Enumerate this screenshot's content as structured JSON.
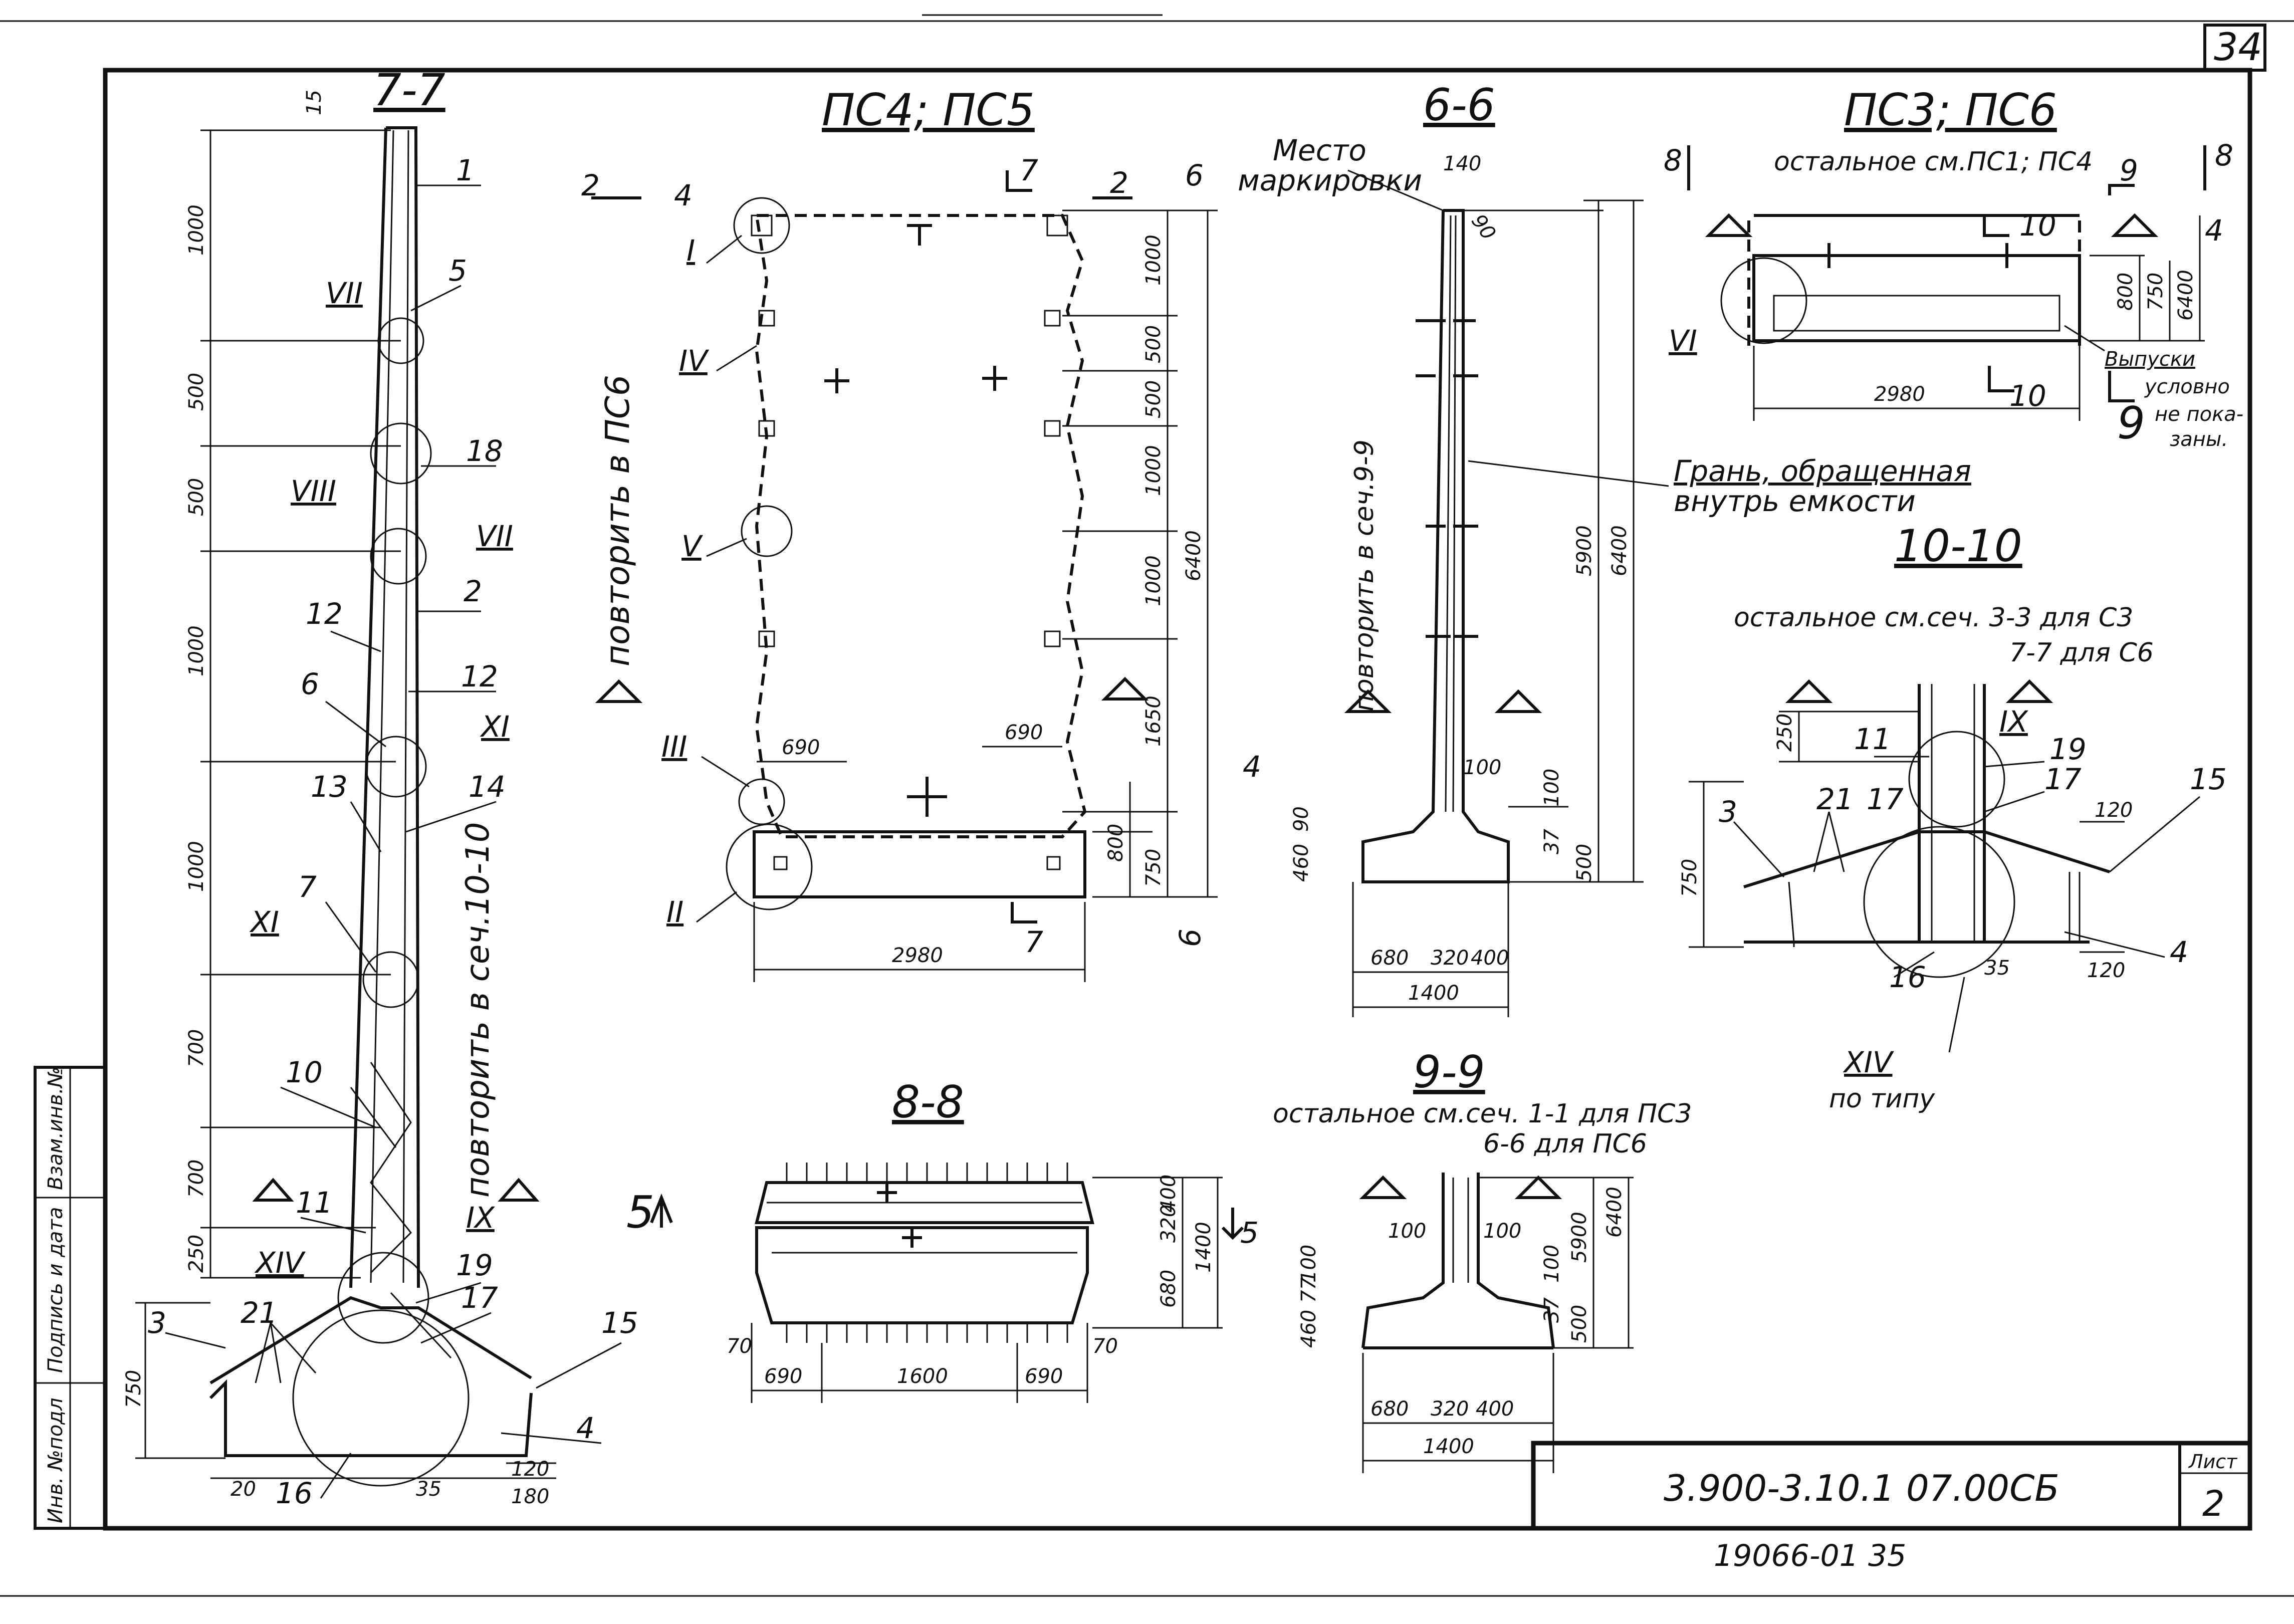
{
  "sheet": {
    "page_no": "34",
    "code": "3.900-3.10.1  07.00СБ",
    "list_label": "Лист",
    "list_no": "2",
    "archive": "19066-01   35",
    "side_stamp": [
      "Инв. №подл",
      "Подпись и дата",
      "Взам.инв.№"
    ]
  },
  "section_7_7": {
    "title": "7-7",
    "dims": [
      "15",
      "1000",
      "500",
      "500",
      "1000",
      "1000",
      "700",
      "700",
      "250",
      "750",
      "20",
      "35",
      "120",
      "180"
    ],
    "callouts": [
      "1",
      "5",
      "18",
      "2",
      "12",
      "12",
      "6",
      "13",
      "14",
      "7",
      "10",
      "11",
      "19",
      "17",
      "15",
      "3",
      "21",
      "16",
      "4"
    ],
    "roman": [
      "VII",
      "VIII",
      "VII",
      "XI",
      "XI",
      "IX",
      "XIV"
    ],
    "note": "повторить в сеч.10-10"
  },
  "panel_pc4_pc5": {
    "title": "ПС4; ПС5",
    "note": "повторить в ПС6",
    "dims": [
      "1000",
      "500",
      "500",
      "1000",
      "1000",
      "1650",
      "6400",
      "750",
      "800",
      "690",
      "690",
      "2980"
    ],
    "roman": [
      "I",
      "IV",
      "V",
      "III",
      "II"
    ],
    "section_marks": [
      "7",
      "7",
      "2",
      "2",
      "4",
      "4",
      "6",
      "6"
    ]
  },
  "section_6_6": {
    "title": "6-6",
    "label_place": "Место",
    "label_mark": "маркировки",
    "note": "повторить в сеч.9-9",
    "dims": [
      "140",
      "90",
      "5900",
      "6400",
      "100",
      "460",
      "90",
      "100",
      "37",
      "500",
      "680",
      "320",
      "400",
      "1400"
    ],
    "face_note_1": "Грань, обращенная",
    "face_note_2": "внутрь емкости"
  },
  "panel_pc3_pc6": {
    "title": "ПС3; ПС6",
    "subtitle": "остальное см.ПС1; ПС4",
    "dims": [
      "800",
      "750",
      "6400",
      "2980"
    ],
    "roman": [
      "VI"
    ],
    "section_marks": [
      "8",
      "8",
      "9",
      "9",
      "10",
      "10",
      "4"
    ],
    "note_lines": [
      "Выпуски",
      "условно",
      "не пока-",
      "заны."
    ]
  },
  "section_10_10": {
    "title": "10-10",
    "note_1": "остальное см.сеч. 3-3 для С3",
    "note_2": "7-7 для С6",
    "dims": [
      "250",
      "750",
      "120",
      "120",
      "35"
    ],
    "callouts": [
      "11",
      "19",
      "17",
      "15",
      "3",
      "21",
      "17",
      "16",
      "4"
    ],
    "roman": [
      "IX",
      "XIV"
    ],
    "type_note": "по типу"
  },
  "section_8_8": {
    "title": "8-8",
    "dims": [
      "400",
      "320",
      "1400",
      "680",
      "70",
      "70",
      "690",
      "1600",
      "690"
    ],
    "section_marks": [
      "5",
      "5"
    ]
  },
  "section_9_9": {
    "title": "9-9",
    "note_1": "остальное см.сеч. 1-1 для ПС3",
    "note_2": "6-6 для ПС6",
    "dims": [
      "100",
      "100",
      "100",
      "100",
      "460",
      "77",
      "37",
      "5900",
      "6400",
      "500",
      "680",
      "320",
      "400",
      "1400"
    ]
  }
}
